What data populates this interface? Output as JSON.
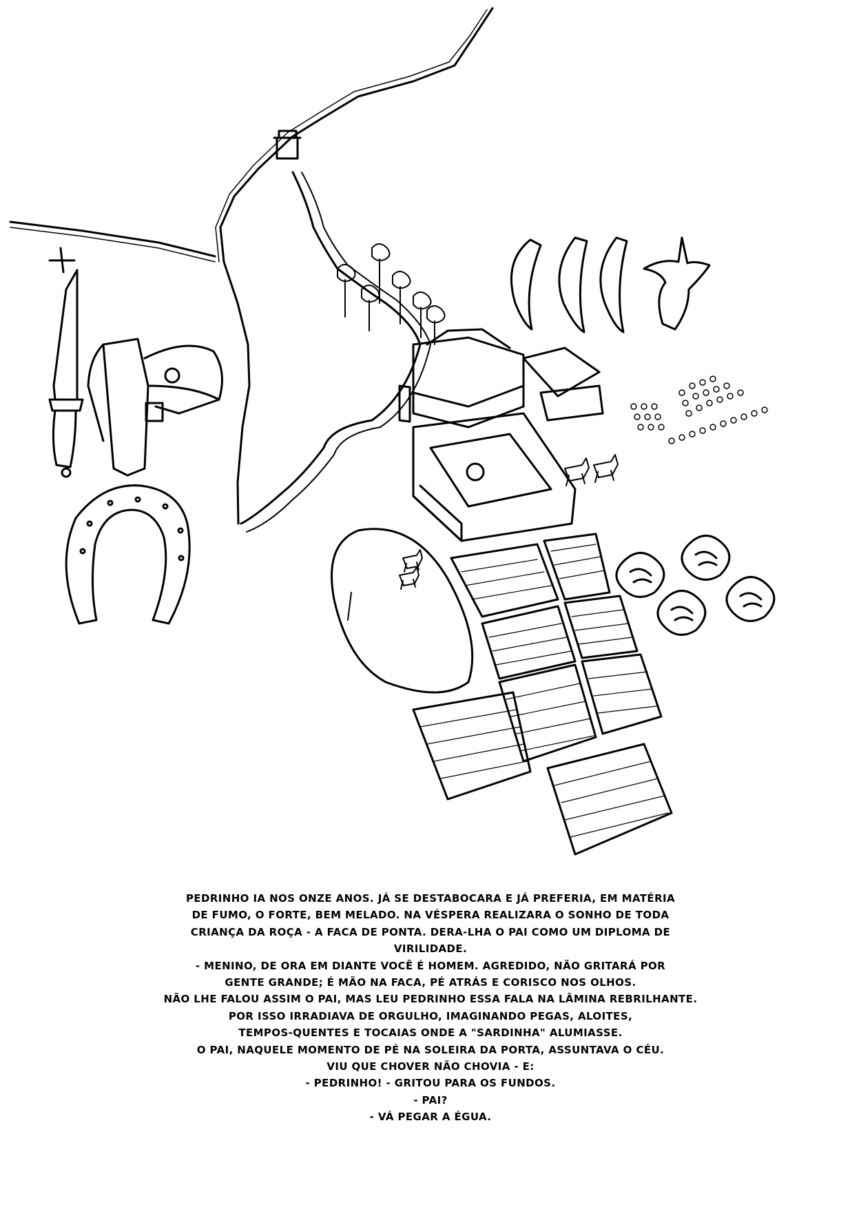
{
  "text_lines": [
    "Pedrinho ia nos onze anos. Já se destabocara e já preferia, em matéria",
    "de fumo, o forte, bem melado. Na véspera realizara o sonho de toda",
    "criança da roça - a faca de ponta. Dera-lha o pai como um diploma de",
    "virilidade.",
    "- Menino, de ora em diante você é homem. Agredido, não gritará por",
    "gente grande; é mão na faca, pé atrás e corisco nos olhos.",
    "Não lhe falou assim o pai, mas leu Pedrinho essa fala na lâmina rebrilhante.",
    "Por isso irradiava de orgulho, imaginando pegas, aloites,",
    "tempos-quentes e tocaias onde a \"sardinha\" alumiasse.",
    "O pai, naquele momento de pé na soleira da porta, assuntava o céu.",
    "Viu que chover não chovia - e:",
    "- Pedrinho! - gritou para os fundos.",
    "- Pai?",
    "- Vá pegar a égua."
  ],
  "icons": [
    "knife-icon",
    "holster-belt-icon",
    "horseshoe-icon",
    "banana-icon",
    "cabbage-icon",
    "farmhouse-icon",
    "gate-icon",
    "tree-icon",
    "horse-icon"
  ],
  "colors": {
    "ink": "#000000",
    "paper": "#ffffff"
  }
}
